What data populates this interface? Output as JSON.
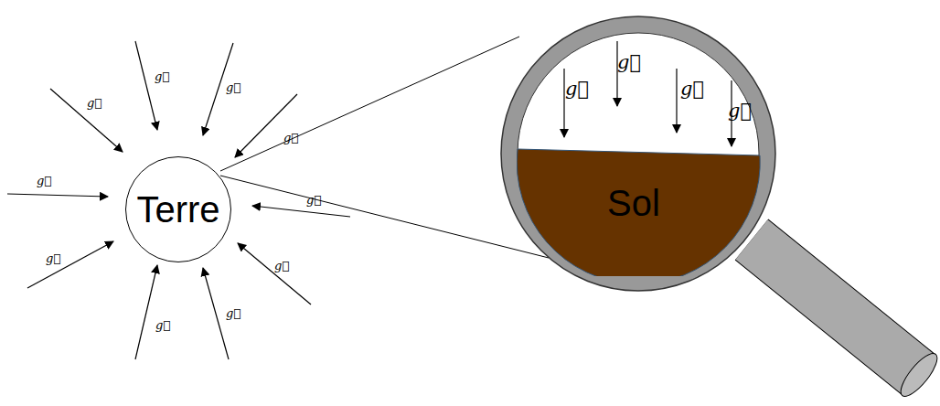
{
  "diagram": {
    "nodes": [
      {
        "text": [
          "Terre"
        ]
      },
      {
        "text": [
          "Sol"
        ]
      }
    ],
    "labels": [
      "g⃗",
      "g⃗",
      "g⃗",
      "g⃗",
      "g⃗",
      "g⃗",
      "g⃗",
      "g⃗",
      "g⃗",
      "g⃗",
      "g⃗",
      "g⃗",
      "g⃗",
      "g⃗"
    ]
  }
}
